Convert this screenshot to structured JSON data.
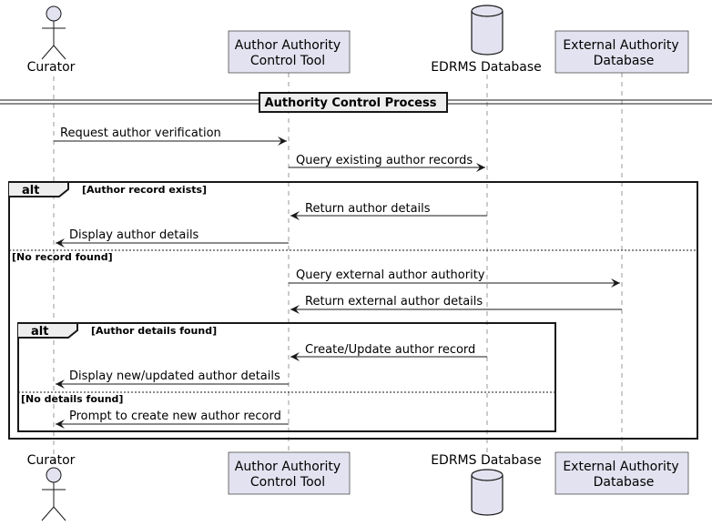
{
  "participants": [
    {
      "id": "curator",
      "label": "Curator",
      "kind": "actor"
    },
    {
      "id": "aact",
      "label_lines": [
        "Author Authority",
        "Control Tool"
      ],
      "kind": "box"
    },
    {
      "id": "edrms",
      "label": "EDRMS Database",
      "kind": "database"
    },
    {
      "id": "ext",
      "label_lines": [
        "External Authority",
        "Database"
      ],
      "kind": "box"
    }
  ],
  "divider": {
    "label": "Authority Control Process"
  },
  "messages": [
    "Request author verification",
    "Query existing author records",
    "Return author details",
    "Display author details",
    "Query external author authority",
    "Return external author details",
    "Create/Update author record",
    "Display new/updated author details",
    "Prompt to create new author record"
  ],
  "fragments": {
    "outer": {
      "keyword": "alt",
      "condition": "[Author record exists]",
      "else_condition": "[No record found]"
    },
    "inner": {
      "keyword": "alt",
      "condition": "[Author details found]",
      "else_condition": "[No details found]"
    }
  },
  "colors": {
    "participant_fill": "#e2e2f0",
    "line": "#181818",
    "lifeline": "#999999"
  }
}
